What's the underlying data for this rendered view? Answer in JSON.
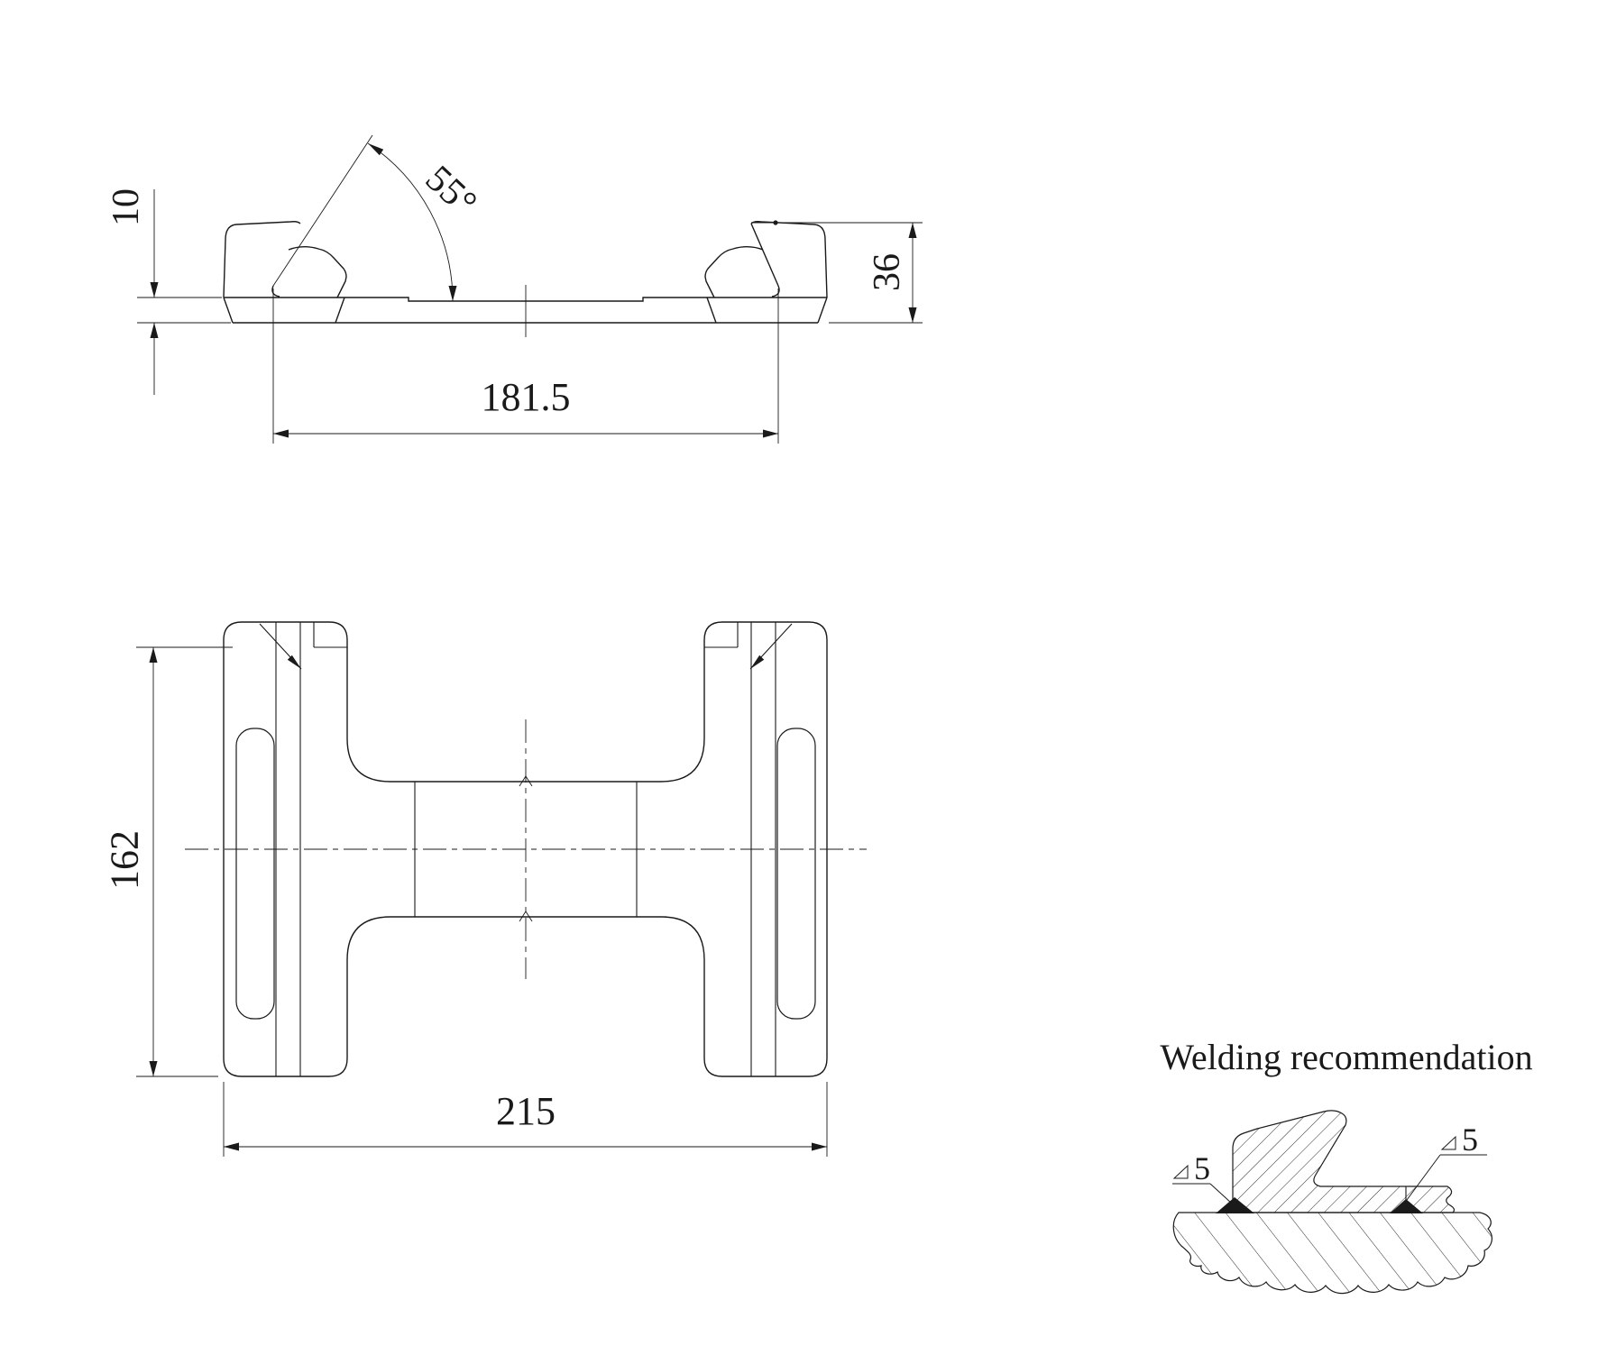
{
  "colors": {
    "line": "#1a1a1a",
    "background": "#ffffff"
  },
  "section_view": {
    "dims": {
      "plate_thickness": "10",
      "hook_angle": "55°",
      "total_height": "36",
      "hook_spacing": "181.5"
    }
  },
  "plan_view": {
    "dims": {
      "body_height": "162",
      "body_width": "215"
    }
  },
  "weld_detail": {
    "title": "Welding recommendation",
    "welds": [
      {
        "size": "5"
      },
      {
        "size": "5"
      }
    ]
  }
}
